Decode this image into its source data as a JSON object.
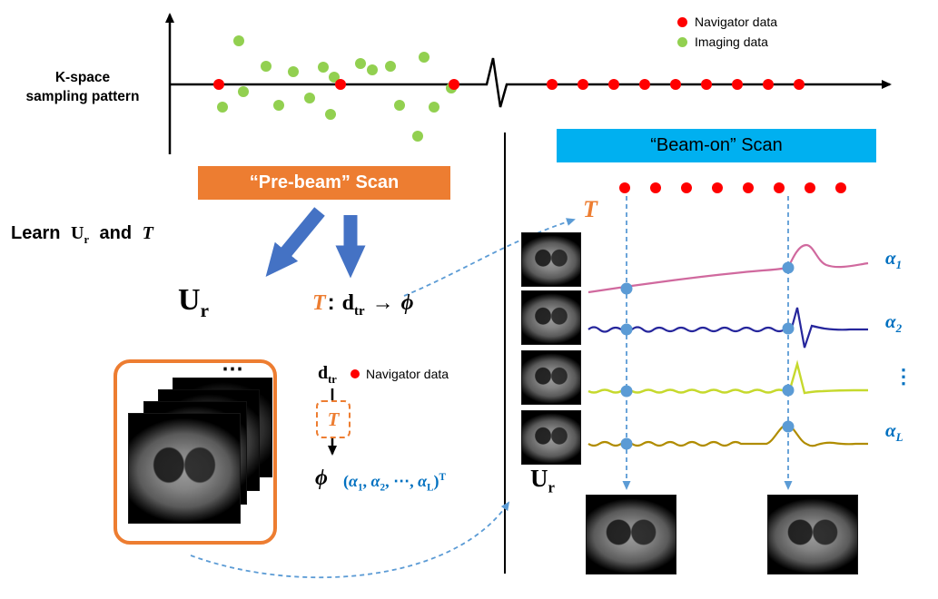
{
  "colors": {
    "orange": "#ED7D31",
    "cyan": "#00B0F0",
    "arrow_blue": "#4472C4",
    "red": "#FF0000",
    "green": "#92D050",
    "light_blue": "#5B9BD5",
    "math_blue": "#0070C0",
    "alpha1_curve": "#D0699E",
    "alpha2_curve": "#26269C",
    "alpha3_curve": "#C6D92D",
    "alphaL_curve": "#B08C00"
  },
  "kspace": {
    "axis_label_line1": "K-space",
    "axis_label_line2": "sampling pattern",
    "legend": [
      {
        "label": "Navigator data"
      },
      {
        "label": "Imaging data"
      }
    ],
    "imaging_dots": [
      [
        263,
        45
      ],
      [
        293,
        73
      ],
      [
        323,
        79
      ],
      [
        356,
        74
      ],
      [
        368,
        85
      ],
      [
        397,
        70
      ],
      [
        410,
        77
      ],
      [
        430,
        73
      ],
      [
        467,
        63
      ],
      [
        497,
        97
      ],
      [
        268,
        101
      ],
      [
        245,
        118
      ],
      [
        307,
        116
      ],
      [
        341,
        108
      ],
      [
        364,
        126
      ],
      [
        440,
        116
      ],
      [
        460,
        150
      ],
      [
        478,
        118
      ]
    ],
    "navigator_dots": [
      [
        241,
        93
      ],
      [
        375,
        93
      ],
      [
        500,
        93
      ],
      [
        608,
        93
      ],
      [
        642,
        93
      ],
      [
        676,
        93
      ],
      [
        710,
        93
      ],
      [
        744,
        93
      ],
      [
        778,
        93
      ],
      [
        812,
        93
      ],
      [
        846,
        93
      ],
      [
        880,
        93
      ]
    ]
  },
  "prebeam": {
    "title": "“Pre-beam” Scan"
  },
  "beamon": {
    "title": "“Beam-on” Scan",
    "navigator_dots": [
      [
        688,
        207
      ],
      [
        722,
        207
      ],
      [
        756,
        207
      ],
      [
        790,
        207
      ],
      [
        824,
        207
      ],
      [
        858,
        207
      ],
      [
        892,
        207
      ],
      [
        926,
        207
      ]
    ]
  },
  "learn": {
    "prefix": "Learn",
    "u": "U",
    "u_sub": "r",
    "conj": "and",
    "t": "T"
  },
  "ur_big": {
    "u": "U",
    "sub": "r"
  },
  "t_map": {
    "t": "T",
    "colon": ":",
    "d": "d",
    "d_sub": "tr",
    "arrow": "→",
    "phi": "ϕ"
  },
  "mini": {
    "d": "d",
    "d_sub": "tr",
    "legend_label": "Navigator data",
    "t": "T",
    "phi": "ϕ",
    "vector": {
      "open": "(",
      "a1": "α",
      "a1_sub": "1",
      "sep1": ", ",
      "a2": "α",
      "a2_sub": "2",
      "sep2": ", ⋯, ",
      "aL": "α",
      "aL_sub": "L",
      "close": ")",
      "sup": "T"
    }
  },
  "stack": {
    "dots": "⋯"
  },
  "right": {
    "t": "T",
    "ur": {
      "u": "U",
      "sub": "r"
    },
    "labels": [
      {
        "alpha": "α",
        "sub": "1"
      },
      {
        "alpha": "α",
        "sub": "2"
      },
      {
        "vdots": "⋮"
      },
      {
        "alpha": "α",
        "sub": "L"
      }
    ],
    "sample_dots": [
      [
        690,
        318
      ],
      [
        690,
        363
      ],
      [
        690,
        431
      ],
      [
        690,
        489
      ],
      [
        868,
        295
      ],
      [
        868,
        362
      ],
      [
        868,
        430
      ],
      [
        868,
        470
      ]
    ]
  }
}
